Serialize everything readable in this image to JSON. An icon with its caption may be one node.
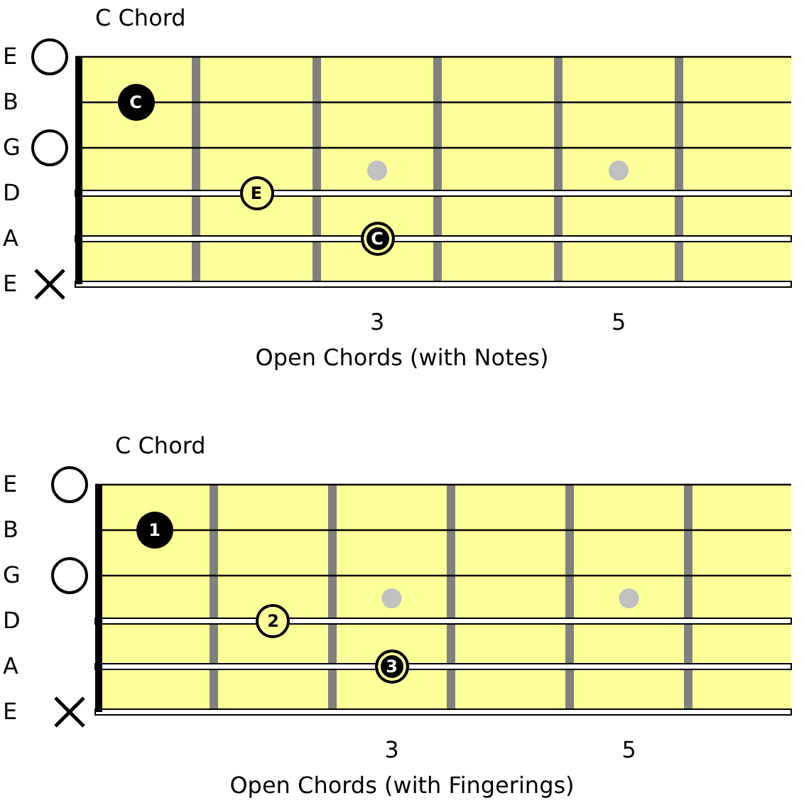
{
  "diagram": {
    "nodes": [
      {
        "text": [
          "C"
        ]
      },
      {
        "text": [
          "E"
        ]
      },
      {
        "text": [
          "C"
        ]
      },
      {
        "text": [
          "1"
        ]
      },
      {
        "text": [
          "2"
        ]
      },
      {
        "text": [
          "3"
        ]
      }
    ],
    "edges": [],
    "labels": [
      "C Chord",
      "E",
      "B",
      "G",
      "D",
      "A",
      "E",
      "3",
      "5",
      "Open Chords (with Notes)",
      "C Chord",
      "E",
      "B",
      "G",
      "D",
      "A",
      "E",
      "3",
      "5",
      "Open Chords (with Fingerings)"
    ]
  }
}
